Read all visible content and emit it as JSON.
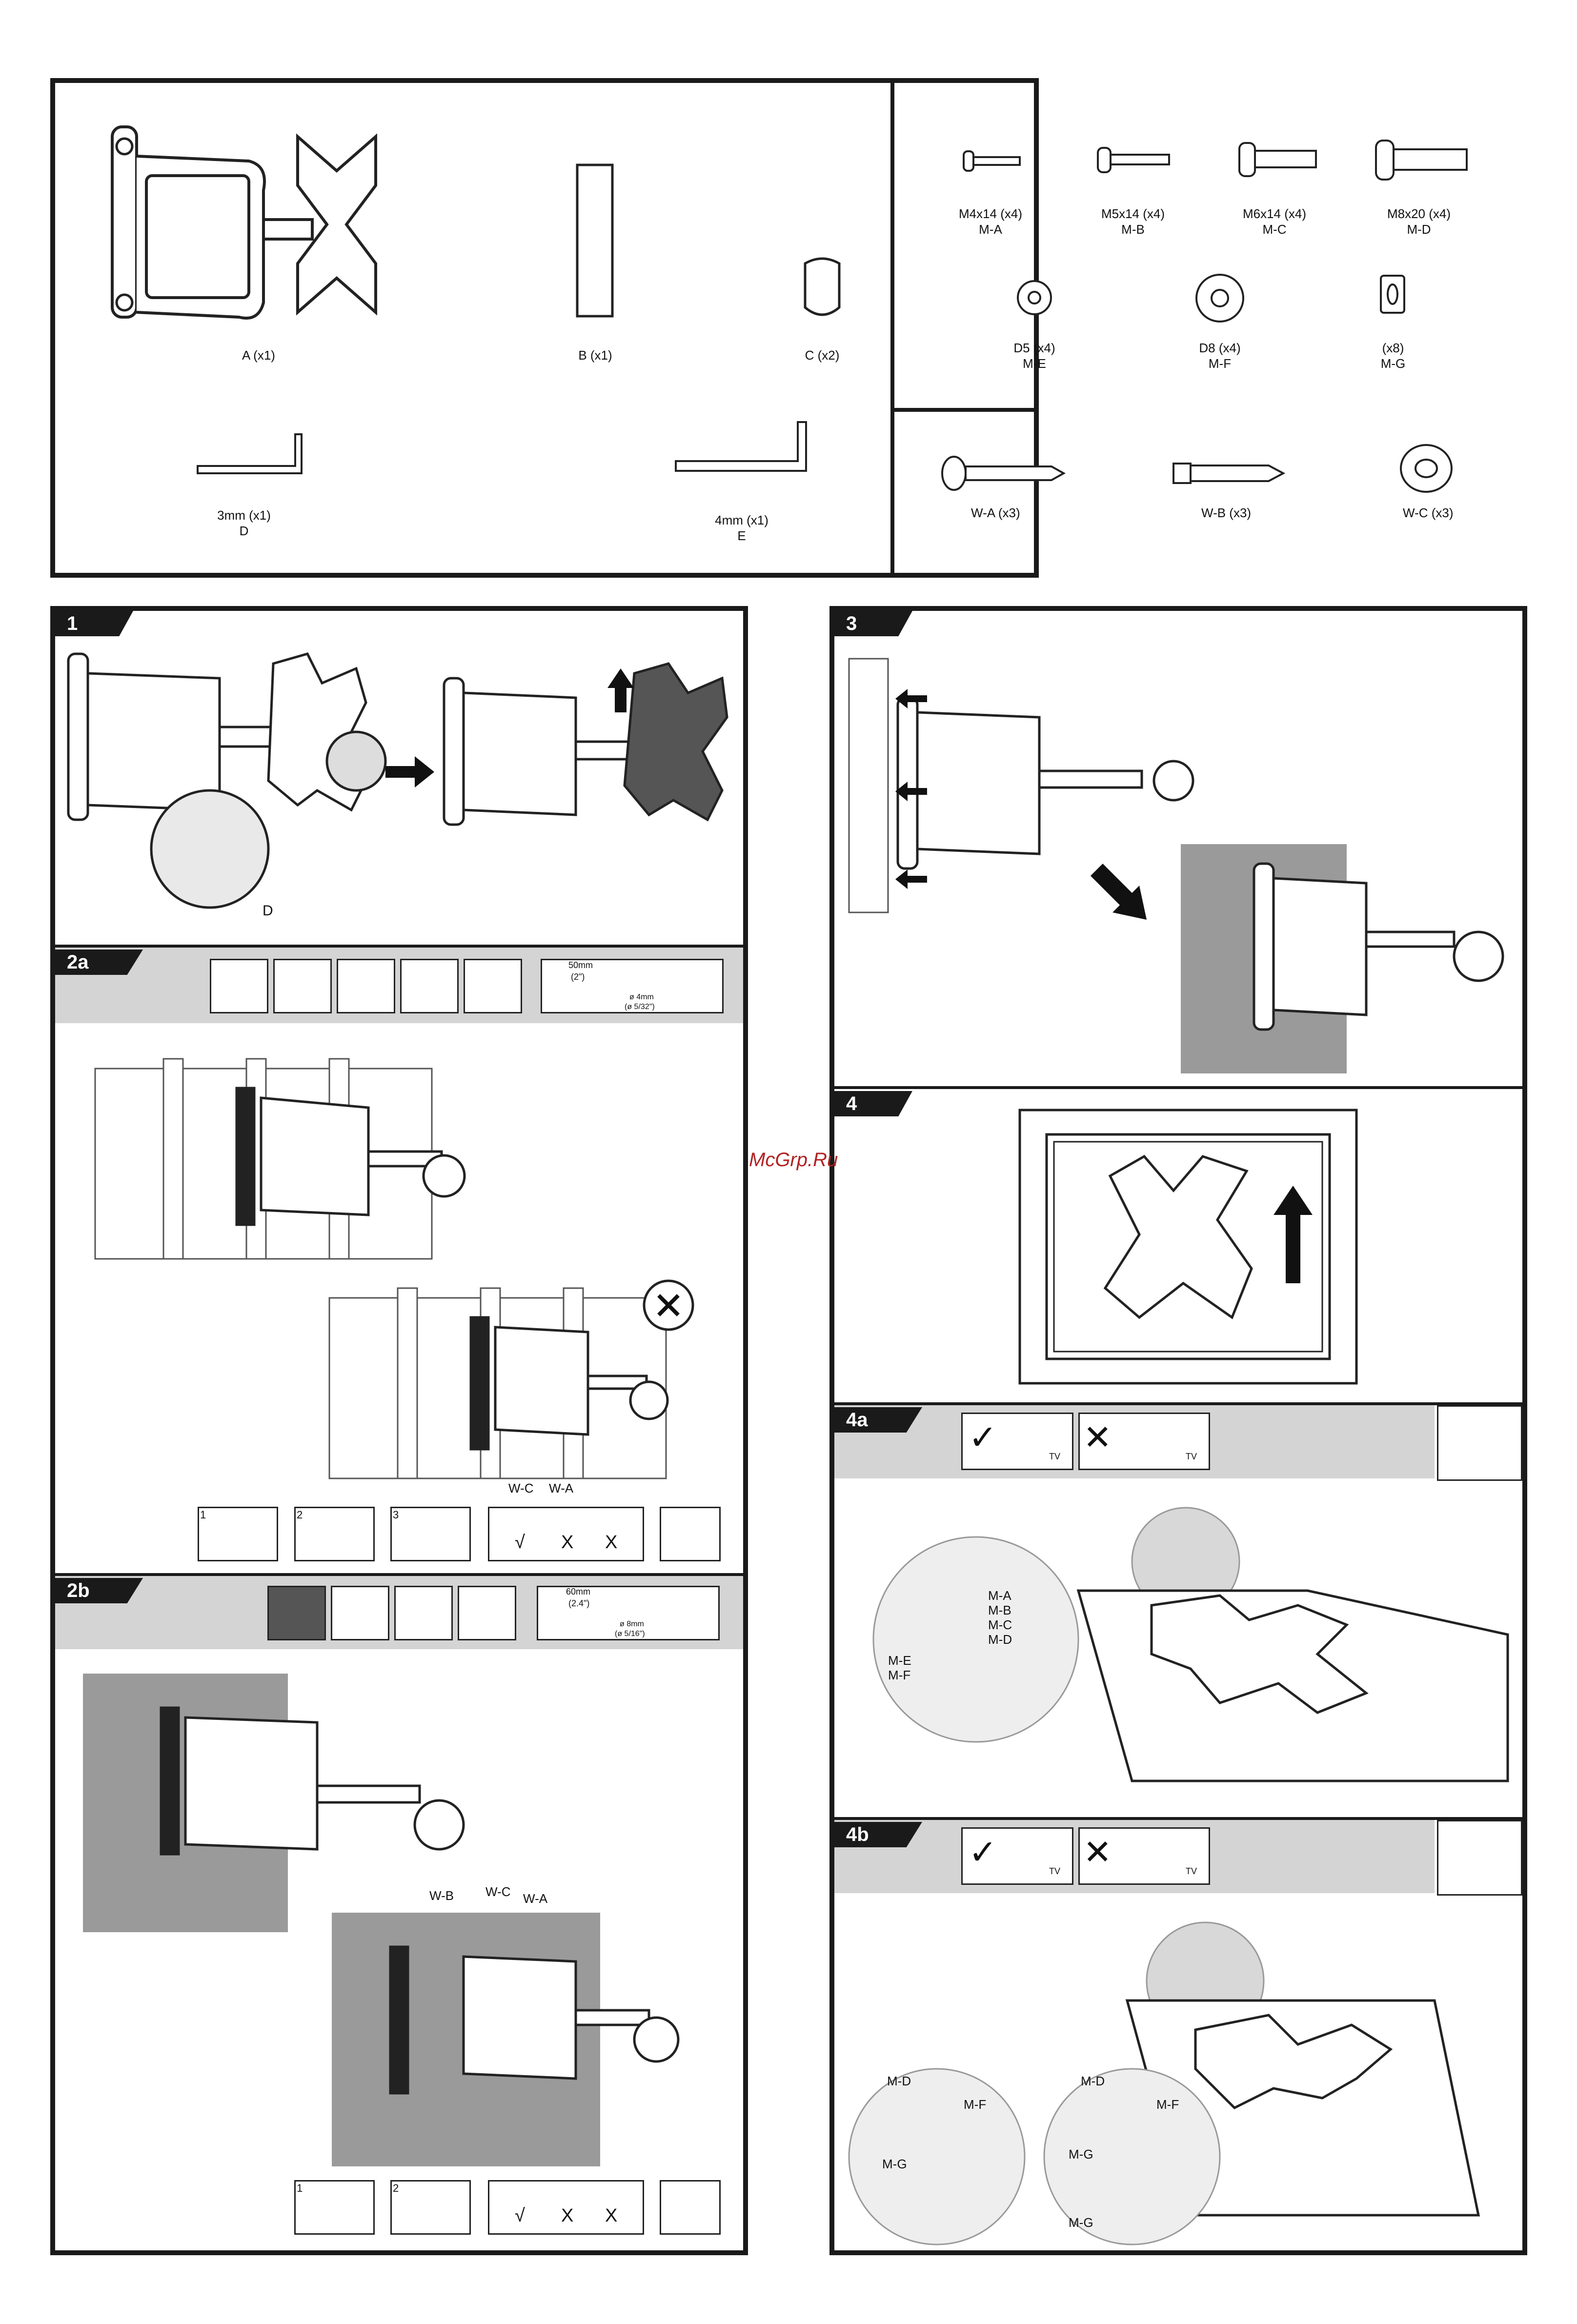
{
  "watermark": "McGrp.Ru",
  "parts": {
    "A": "A (x1)",
    "B": "B (x1)",
    "C": "C (x2)",
    "D_size": "3mm (x1)",
    "D": "D",
    "E_size": "4mm (x1)",
    "E": "E"
  },
  "hardware": {
    "MA_size": "M4x14 (x4)",
    "MA": "M-A",
    "MB_size": "M5x14 (x4)",
    "MB": "M-B",
    "MC_size": "M6x14 (x4)",
    "MC": "M-C",
    "MD_size": "M8x20 (x4)",
    "MD": "M-D",
    "ME_size": "D5 (x4)",
    "ME": "M-E",
    "MF_size": "D8 (x4)",
    "MF": "M-F",
    "MG_size": "(x8)",
    "MG": "M-G",
    "WA": "W-A (x3)",
    "WB": "W-B (x3)",
    "WC": "W-C (x3)"
  },
  "steps": {
    "s1": "1",
    "s2a": "2a",
    "s2b": "2b",
    "s3": "3",
    "s4": "4",
    "s4a": "4a",
    "s4b": "4b"
  },
  "step1": {
    "tool_label": "D"
  },
  "step2a": {
    "depth_mm": "50mm",
    "depth_in": "(2\")",
    "drill_mm": "ø 4mm",
    "drill_in": "(ø 5/32\")",
    "wc": "W-C",
    "wa": "W-A",
    "sub": [
      "1",
      "2",
      "3"
    ],
    "check": "√",
    "cross1": "X",
    "cross2": "X"
  },
  "step2b": {
    "depth_mm": "60mm",
    "depth_in": "(2.4\")",
    "drill_mm": "ø 8mm",
    "drill_in": "(ø 5/16\")",
    "wb": "W-B",
    "wc": "W-C",
    "wa": "W-A",
    "sub": [
      "1",
      "2"
    ],
    "check": "√",
    "cross1": "X",
    "cross2": "X"
  },
  "step4a": {
    "tv": "TV",
    "ma": "M-A",
    "mb": "M-B",
    "mc": "M-C",
    "md": "M-D",
    "me": "M-E",
    "mf": "M-F"
  },
  "step4b": {
    "tv": "TV",
    "md1": "M-D",
    "mf1": "M-F",
    "mg1": "M-G",
    "md2": "M-D",
    "mf2": "M-F",
    "mg2": "M-G",
    "mg3": "M-G"
  }
}
